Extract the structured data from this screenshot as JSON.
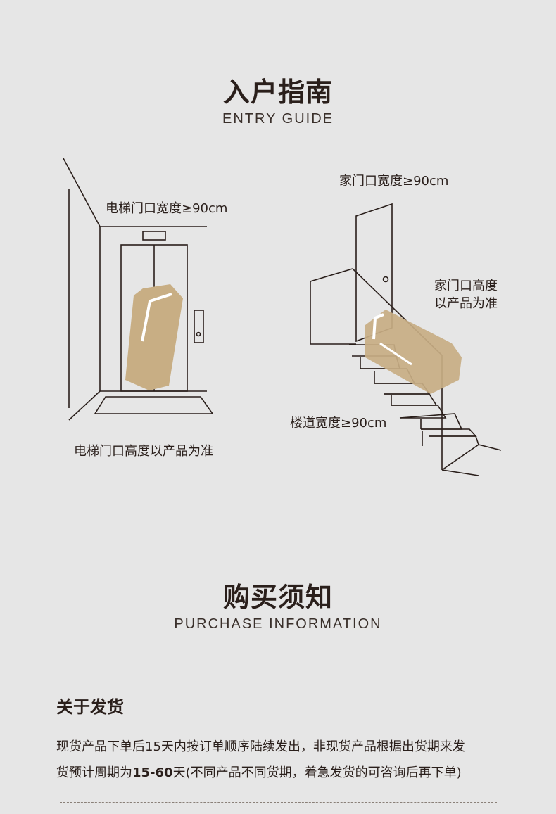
{
  "entry_guide": {
    "title_cn": "入户指南",
    "title_en": "ENTRY GUIDE",
    "elevator_width_label": "电梯门口宽度≥90cm",
    "elevator_height_label": "电梯门口高度以产品为准",
    "home_door_width_label": "家门口宽度≥90cm",
    "home_door_height_line1": "家门口高度",
    "home_door_height_line2": "以产品为准",
    "stair_width_label": "楼道宽度≥90cm"
  },
  "purchase_info": {
    "title_cn": "购买须知",
    "title_en": "PURCHASE INFORMATION",
    "shipping": {
      "heading": "关于发货",
      "line1": "现货产品下单后15天内按订单顺序陆续发出，非现货产品根据出货期来发",
      "line2_prefix": "货预计周期为",
      "line2_highlight": "15-60",
      "line2_suffix": "天(不同产品不同货期，着急发货的可咨询后再下单)"
    }
  },
  "colors": {
    "background": "#e6e6e6",
    "text": "#2a1f1b",
    "product_tan": "#c8ae84",
    "line": "#2a1f1b"
  }
}
